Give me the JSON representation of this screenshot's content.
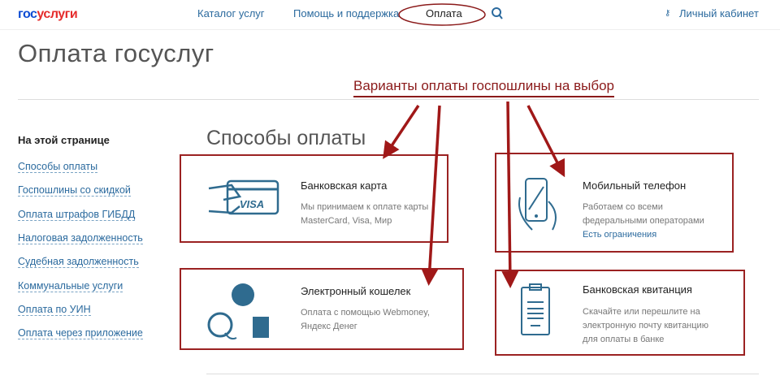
{
  "header": {
    "logo_a": "гос",
    "logo_b": "услуги",
    "nav": [
      "Каталог услуг",
      "Помощь и поддержка",
      "Оплата"
    ],
    "account": "Личный кабинет"
  },
  "page_title": "Оплата госуслуг",
  "annotation": "Варианты оплаты госпошлины на выбор",
  "sidebar": {
    "heading": "На этой странице",
    "items": [
      "Способы оплаты",
      "Госпошлины со скидкой",
      "Оплата штрафов ГИБДД",
      "Налоговая задолженность",
      "Судебная задолженность",
      "Коммунальные услуги",
      "Оплата по УИН",
      "Оплата через приложение"
    ]
  },
  "section_title": "Способы оплаты",
  "methods": [
    {
      "title": "Банковская карта",
      "desc1": "Мы принимаем к оплате карты",
      "desc2": "MasterCard, Visa, Мир",
      "icon_text": "VISA"
    },
    {
      "title": "Мобильный телефон",
      "desc1": "Работаем со всеми",
      "desc2": "федеральными операторами",
      "link": "Есть ограничения"
    },
    {
      "title": "Электронный кошелек",
      "desc1": "Оплата с помощью Webmoney,",
      "desc2": "Яндекс Денег"
    },
    {
      "title": "Банковская квитанция",
      "desc1": "Скачайте или перешлите на",
      "desc2": "электронную почту квитанцию",
      "desc3": "для оплаты в банке"
    }
  ]
}
